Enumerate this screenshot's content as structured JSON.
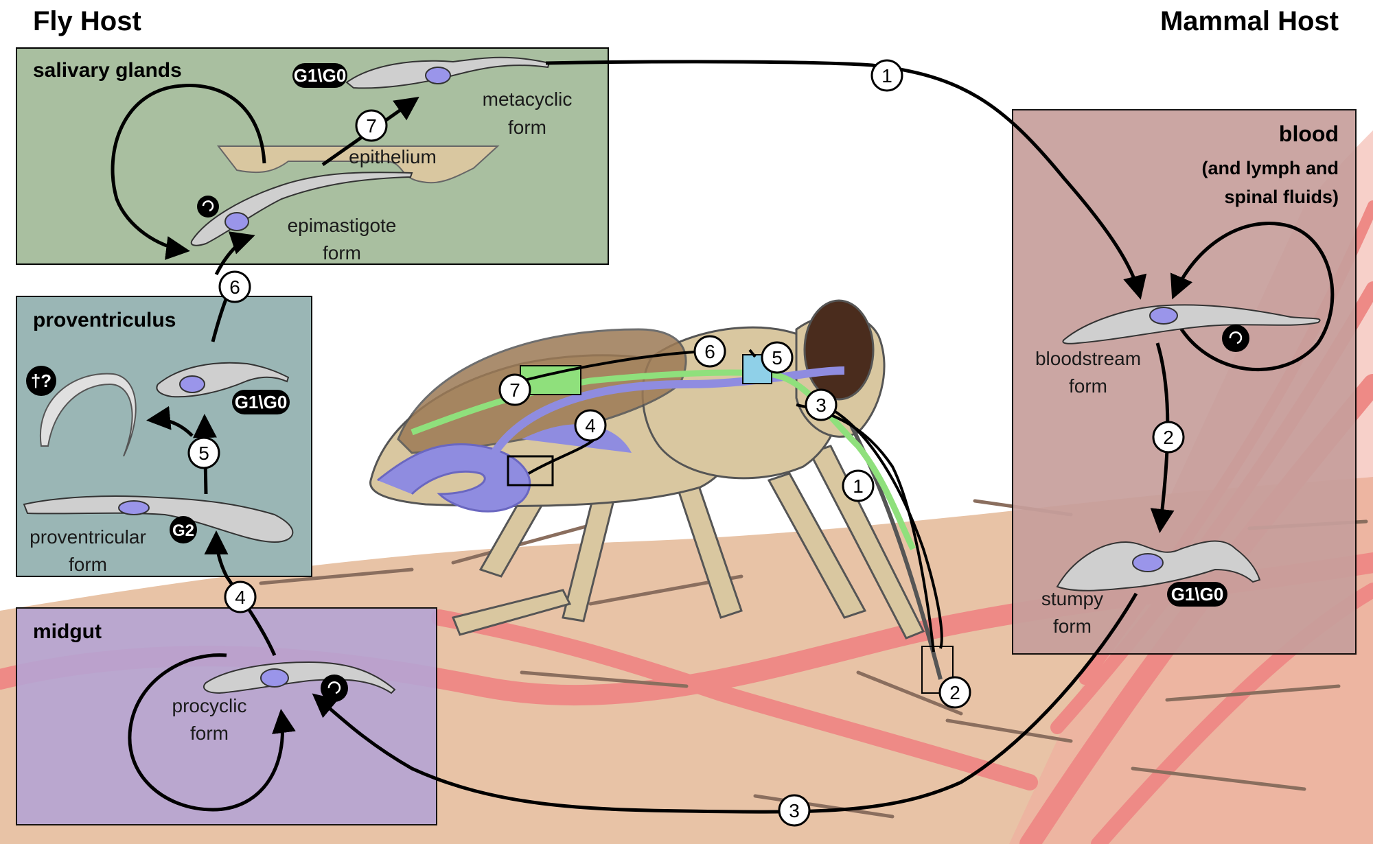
{
  "header": {
    "left_title": "Fly Host",
    "right_title": "Mammal Host"
  },
  "boxes": {
    "salivary": {
      "title": "salivary glands",
      "color": "#a9bfa0"
    },
    "proventriculus": {
      "title": "proventriculus",
      "color": "#9ab6b5"
    },
    "midgut": {
      "title": "midgut",
      "color": "#b6a4d4"
    },
    "blood": {
      "title": "blood",
      "subtitle_1": "(and lymph and",
      "subtitle_2": "spinal fluids)",
      "color": "#c79f9c"
    }
  },
  "forms": {
    "metacyclic": {
      "line1": "metacyclic",
      "line2": "form",
      "cell_cycle": "G1\\G0"
    },
    "epimastigote": {
      "line1": "epimastigote",
      "line2": "form"
    },
    "epithelium": "epithelium",
    "proventricular": {
      "line1": "proventricular",
      "line2": "form",
      "cell_cycle": "G2"
    },
    "short_epi": {
      "cell_cycle": "G1\\G0"
    },
    "dead": {
      "label": "†?"
    },
    "procyclic": {
      "line1": "procyclic",
      "line2": "form"
    },
    "bloodstream": {
      "line1": "bloodstream",
      "line2": "form"
    },
    "stumpy": {
      "line1": "stumpy",
      "line2": "form",
      "cell_cycle": "G1\\G0"
    }
  },
  "steps": [
    "1",
    "2",
    "3",
    "4",
    "5",
    "6",
    "7"
  ],
  "colors": {
    "skin": "#e8c3a6",
    "vessel": "#ee8a86",
    "fly_body": "#d9c7a0",
    "fly_wing": "#9c7a55",
    "fly_eye": "#4a2c1d",
    "gut": "#8f8ce0",
    "salivary_path": "#8fe07c",
    "parasite": "#cfcfcf",
    "nucleus": "#9a95ea"
  }
}
